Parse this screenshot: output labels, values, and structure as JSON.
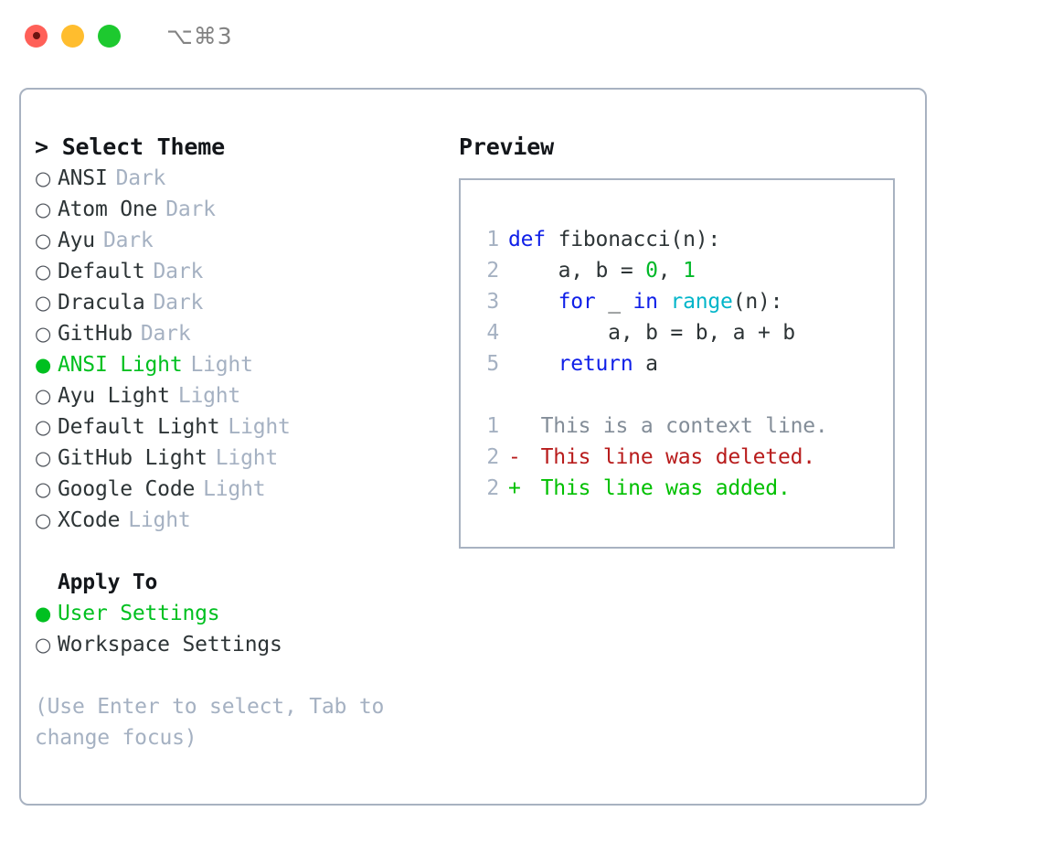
{
  "titlebar": {
    "shortcut": "⌥⌘3",
    "buttons": [
      "close",
      "minimize",
      "maximize"
    ]
  },
  "left": {
    "header": "> Select Theme",
    "themes": [
      {
        "bullet": "○",
        "name": "ANSI",
        "variant": "Dark",
        "selected": false
      },
      {
        "bullet": "○",
        "name": "Atom One",
        "variant": "Dark",
        "selected": false
      },
      {
        "bullet": "○",
        "name": "Ayu",
        "variant": "Dark",
        "selected": false
      },
      {
        "bullet": "○",
        "name": "Default",
        "variant": "Dark",
        "selected": false
      },
      {
        "bullet": "○",
        "name": "Dracula",
        "variant": "Dark",
        "selected": false
      },
      {
        "bullet": "○",
        "name": "GitHub",
        "variant": "Dark",
        "selected": false
      },
      {
        "bullet": "●",
        "name": "ANSI Light",
        "variant": "Light",
        "selected": true
      },
      {
        "bullet": "○",
        "name": "Ayu Light",
        "variant": "Light",
        "selected": false
      },
      {
        "bullet": "○",
        "name": "Default Light",
        "variant": "Light",
        "selected": false
      },
      {
        "bullet": "○",
        "name": "GitHub Light",
        "variant": "Light",
        "selected": false
      },
      {
        "bullet": "○",
        "name": "Google Code",
        "variant": "Light",
        "selected": false
      },
      {
        "bullet": "○",
        "name": "XCode",
        "variant": "Light",
        "selected": false
      }
    ],
    "apply_to": {
      "header": "Apply To",
      "options": [
        {
          "bullet": "●",
          "name": "User Settings",
          "selected": true
        },
        {
          "bullet": "○",
          "name": "Workspace Settings",
          "selected": false
        }
      ]
    },
    "hint": "(Use Enter to select, Tab to change focus)"
  },
  "right": {
    "header": "Preview",
    "code_lines": [
      {
        "no": "1",
        "tokens": [
          {
            "t": "def",
            "c": "kw"
          },
          {
            "t": " fibonacci(n):",
            "c": "plain"
          }
        ]
      },
      {
        "no": "2",
        "tokens": [
          {
            "t": "    a, b = ",
            "c": "plain"
          },
          {
            "t": "0",
            "c": "num"
          },
          {
            "t": ", ",
            "c": "plain"
          },
          {
            "t": "1",
            "c": "num"
          }
        ]
      },
      {
        "no": "3",
        "tokens": [
          {
            "t": "    ",
            "c": "plain"
          },
          {
            "t": "for",
            "c": "kw"
          },
          {
            "t": " _ ",
            "c": "plain"
          },
          {
            "t": "in",
            "c": "kw"
          },
          {
            "t": " ",
            "c": "plain"
          },
          {
            "t": "range",
            "c": "fn"
          },
          {
            "t": "(n):",
            "c": "plain"
          }
        ]
      },
      {
        "no": "4",
        "tokens": [
          {
            "t": "        a, b = b, a + b",
            "c": "plain"
          }
        ]
      },
      {
        "no": "5",
        "tokens": [
          {
            "t": "    ",
            "c": "plain"
          },
          {
            "t": "return",
            "c": "kw"
          },
          {
            "t": " a",
            "c": "plain"
          }
        ]
      }
    ],
    "diff_lines": [
      {
        "no": "1",
        "sign": " ",
        "text": " This is a context line.",
        "kind": "ctx"
      },
      {
        "no": "2",
        "sign": "-",
        "text": " This line was deleted.",
        "kind": "del"
      },
      {
        "no": "2",
        "sign": "+",
        "text": " This line was added.",
        "kind": "add"
      }
    ]
  },
  "colors": {
    "accent_green": "#00c020",
    "keyword_blue": "#1020e8",
    "function_cyan": "#00b5c9",
    "number_green": "#00b828",
    "diff_delete_red": "#b81c1c",
    "diff_add_green": "#00c000",
    "muted_gray": "#a5b1c2",
    "border_gray": "#a8b2c1",
    "text_dark": "#2d3436"
  }
}
